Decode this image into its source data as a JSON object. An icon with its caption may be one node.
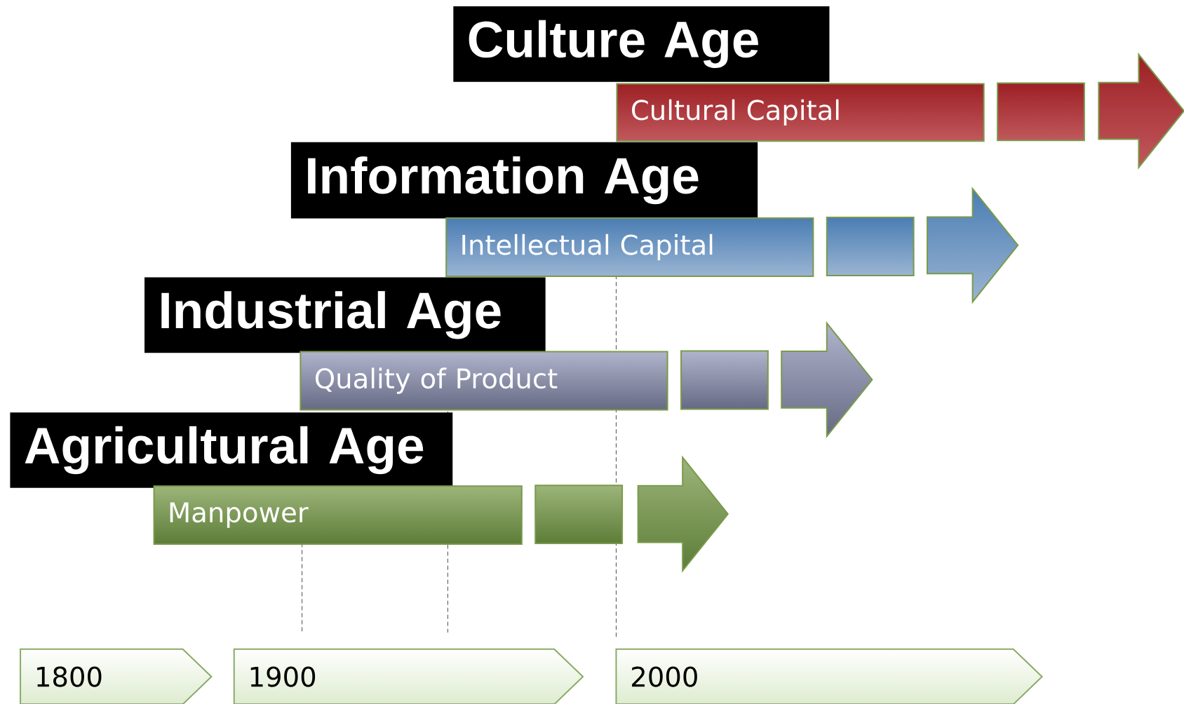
{
  "diagram": {
    "nodes": [
      {
        "text": [
          "Culture Age"
        ]
      },
      {
        "text": [
          "Cultural Capital"
        ]
      },
      {
        "text": [],
        "shape": "box"
      },
      {
        "text": [],
        "shape": "arrow"
      },
      {
        "text": [
          "Information Age"
        ]
      },
      {
        "text": [
          "Intellectual Capital"
        ]
      },
      {
        "text": [],
        "shape": "box"
      },
      {
        "text": [],
        "shape": "arrow"
      },
      {
        "text": [
          "Industrial Age"
        ]
      },
      {
        "text": [
          "Quality of Product"
        ]
      },
      {
        "text": [],
        "shape": "box"
      },
      {
        "text": [],
        "shape": "arrow"
      },
      {
        "text": [
          "Agricultural Age"
        ]
      },
      {
        "text": [
          "Manpower"
        ]
      },
      {
        "text": [],
        "shape": "box"
      },
      {
        "text": [],
        "shape": "arrow"
      },
      {
        "text": [
          "1800"
        ]
      },
      {
        "text": [
          "1900"
        ]
      },
      {
        "text": [
          "2000"
        ]
      }
    ]
  }
}
